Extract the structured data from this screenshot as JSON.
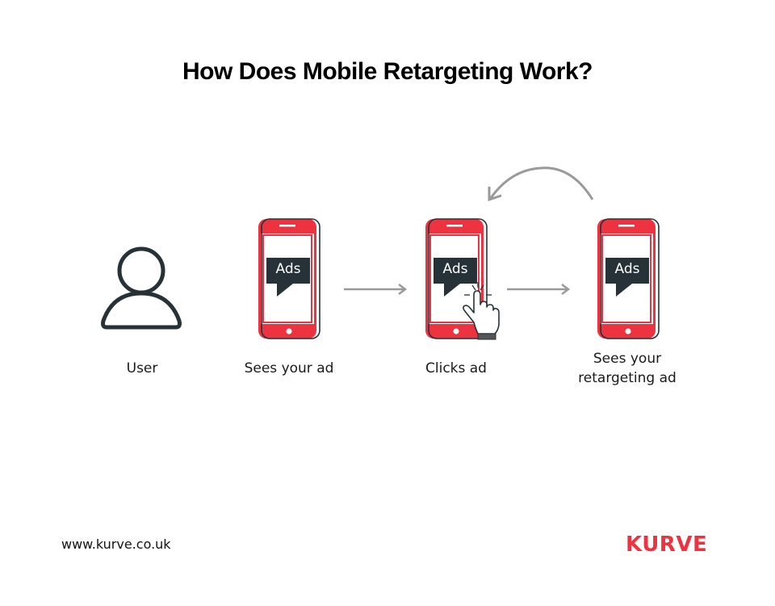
{
  "title": "How Does Mobile Retargeting Work?",
  "steps": [
    {
      "label": "User",
      "icon": "user-icon"
    },
    {
      "label": "Sees your ad",
      "icon": "phone-ad-icon",
      "ad_text": "Ads"
    },
    {
      "label": "Clicks ad",
      "icon": "phone-ad-click-icon",
      "ad_text": "Ads"
    },
    {
      "label_line1": "Sees your",
      "label_line2": "retargeting ad",
      "icon": "phone-ad-icon",
      "ad_text": "Ads"
    }
  ],
  "arrows": [
    "arrow-right",
    "arrow-right",
    "curved-arrow-back"
  ],
  "footer": {
    "url": "www.kurve.co.uk",
    "logo": "KURVE"
  },
  "colors": {
    "accent_red": "#ee3340",
    "dark": "#263238",
    "arrow_gray": "#9a9a9a"
  }
}
